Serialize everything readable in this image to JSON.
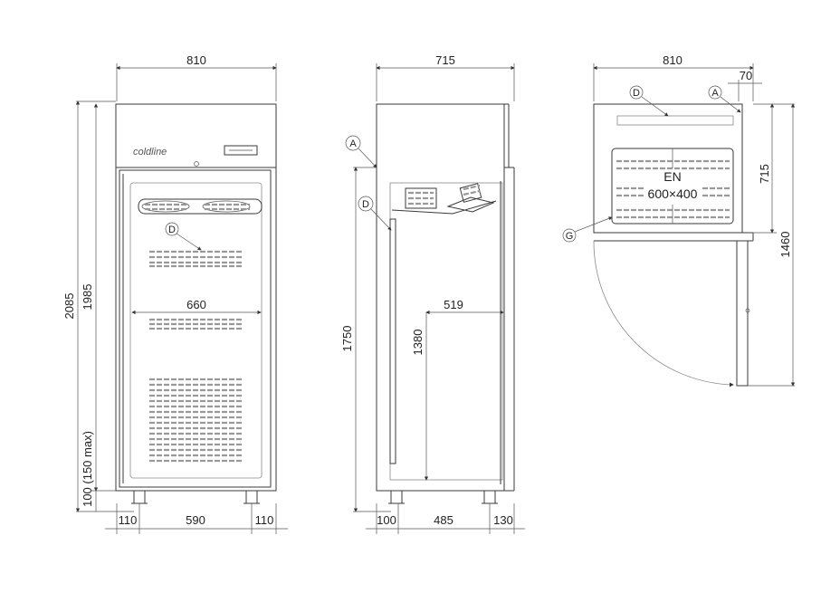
{
  "brand": "coldline",
  "front_view": {
    "width_total": "810",
    "height_total": "2085",
    "height_body": "1985",
    "feet_height": "100 (150 max)",
    "inner_width": "660",
    "foot_left": "110",
    "foot_span": "590",
    "foot_right": "110",
    "callout_d": "D"
  },
  "side_view": {
    "depth_total": "715",
    "callout_a": "A",
    "callout_d": "D",
    "height_left": "1750",
    "inner_height": "1380",
    "inner_depth": "519",
    "base_left": "100",
    "base_mid": "485",
    "base_right": "130"
  },
  "top_view": {
    "width_total": "810",
    "offset_a": "70",
    "callout_d": "D",
    "callout_a": "A",
    "callout_g": "G",
    "depth_body": "715",
    "depth_door_open": "1460",
    "tray_standard": "EN",
    "tray_size": "600×400"
  }
}
